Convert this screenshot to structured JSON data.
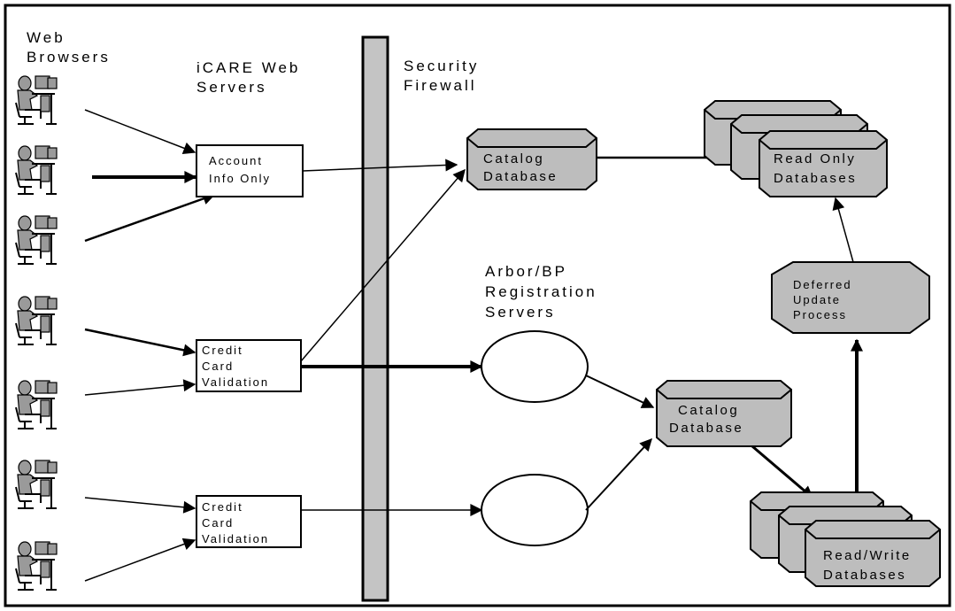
{
  "diagram": {
    "labels": {
      "web_browsers": [
        "Web",
        "Browsers"
      ],
      "icare_servers": [
        "iCARE Web",
        "Servers"
      ],
      "firewall": [
        "Security",
        "Firewall"
      ],
      "arbor": [
        "Arbor/BP",
        "Registration",
        "Servers"
      ]
    },
    "boxes": {
      "account_info": [
        "Account",
        "Info Only"
      ],
      "credit_card_1": [
        "Credit",
        "Card",
        "Validation"
      ],
      "credit_card_2": [
        "Credit",
        "Card",
        "Validation"
      ]
    },
    "databases": {
      "catalog_top": [
        "Catalog",
        "Database"
      ],
      "catalog_mid": [
        "Catalog",
        "Database"
      ],
      "read_only": [
        "Read Only",
        "Databases"
      ],
      "read_write": [
        "Read/Write",
        "Databases"
      ]
    },
    "process": {
      "deferred_update": [
        "Deferred",
        "Update",
        "Process"
      ]
    },
    "colors": {
      "db_fill": "#bdbdbd",
      "firewall_fill": "#c4c4c4",
      "user_fill": "#9a9a9a",
      "stroke": "#000000"
    }
  }
}
